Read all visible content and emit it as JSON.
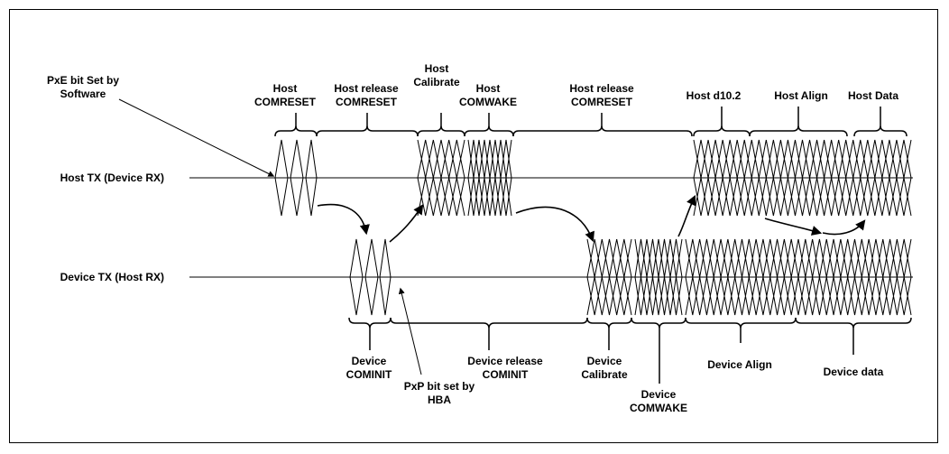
{
  "top_labels": {
    "pxe_line1": "PxE bit Set by",
    "pxe_line2": "Software",
    "host_comreset_1": "Host",
    "host_comreset_2": "COMRESET",
    "host_release1_1": "Host release",
    "host_release1_2": "COMRESET",
    "host_calibrate_1": "Host",
    "host_calibrate_2": "Calibrate",
    "host_comwake_1": "Host",
    "host_comwake_2": "COMWAKE",
    "host_release2_1": "Host release",
    "host_release2_2": "COMRESET",
    "host_d102": "Host d10.2",
    "host_align": "Host Align",
    "host_data": "Host Data"
  },
  "signals": {
    "host_tx": "Host TX (Device RX)",
    "device_tx": "Device TX (Host RX)"
  },
  "bottom_labels": {
    "device_cominit_1": "Device",
    "device_cominit_2": "COMINIT",
    "pxp_1": "PxP bit set by",
    "pxp_2": "HBA",
    "device_release_1": "Device release",
    "device_release_2": "COMINIT",
    "device_calibrate_1": "Device",
    "device_calibrate_2": "Calibrate",
    "device_comwake_1": "Device",
    "device_comwake_2": "COMWAKE",
    "device_align": "Device Align",
    "device_data": "Device data"
  }
}
